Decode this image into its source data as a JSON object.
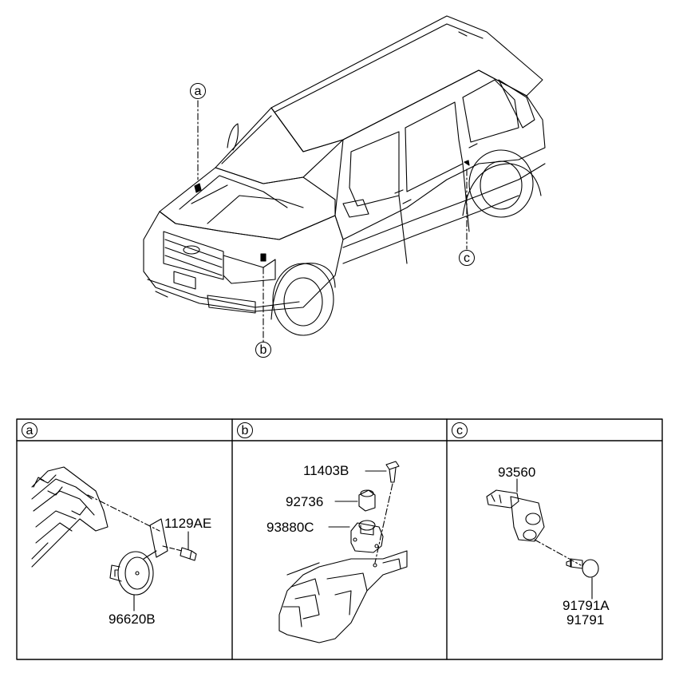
{
  "callouts": {
    "a": "a",
    "b": "b",
    "c": "c"
  },
  "table": {
    "headers": [
      "a",
      "b",
      "c"
    ],
    "panel_a": {
      "parts": [
        "1129AE",
        "96620B"
      ]
    },
    "panel_b": {
      "parts": [
        "11403B",
        "92736",
        "93880C"
      ]
    },
    "panel_c": {
      "parts": [
        "93560",
        "91791A",
        "91791"
      ]
    }
  }
}
